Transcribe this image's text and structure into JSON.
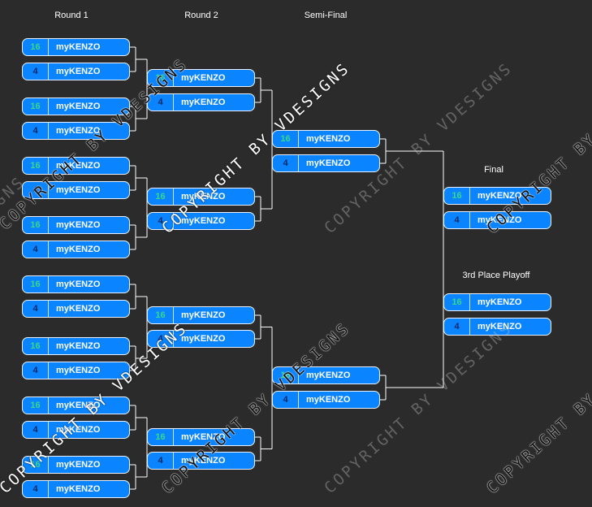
{
  "headers": {
    "round1": "Round 1",
    "round2": "Round 2",
    "semi": "Semi-Final",
    "final": "Final",
    "third": "3rd Place Playoff"
  },
  "watermark": "COPYRIGHT BY VDESIGNS",
  "colors": {
    "box": "#0a84ff",
    "seed_high": "#36d88a",
    "seed_low": "#0a2a66",
    "background": "#2b2b2b"
  },
  "rounds": {
    "round1": [
      [
        {
          "seed": "16",
          "name": "myKENZO"
        },
        {
          "seed": "4",
          "name": "myKENZO"
        }
      ],
      [
        {
          "seed": "16",
          "name": "myKENZO"
        },
        {
          "seed": "4",
          "name": "myKENZO"
        }
      ],
      [
        {
          "seed": "16",
          "name": "myKENZO"
        },
        {
          "seed": "4",
          "name": "myKENZO"
        }
      ],
      [
        {
          "seed": "16",
          "name": "myKENZO"
        },
        {
          "seed": "4",
          "name": "myKENZO"
        }
      ],
      [
        {
          "seed": "16",
          "name": "myKENZO"
        },
        {
          "seed": "4",
          "name": "myKENZO"
        }
      ],
      [
        {
          "seed": "16",
          "name": "myKENZO"
        },
        {
          "seed": "4",
          "name": "myKENZO"
        }
      ],
      [
        {
          "seed": "16",
          "name": "myKENZO"
        },
        {
          "seed": "4",
          "name": "myKENZO"
        }
      ],
      [
        {
          "seed": "16",
          "name": "myKENZO"
        },
        {
          "seed": "4",
          "name": "myKENZO"
        }
      ]
    ],
    "round2": [
      [
        {
          "seed": "16",
          "name": "myKENZO"
        },
        {
          "seed": "4",
          "name": "myKENZO"
        }
      ],
      [
        {
          "seed": "16",
          "name": "myKENZO"
        },
        {
          "seed": "4",
          "name": "myKENZO"
        }
      ],
      [
        {
          "seed": "16",
          "name": "myKENZO"
        },
        {
          "seed": "4",
          "name": "myKENZO"
        }
      ],
      [
        {
          "seed": "16",
          "name": "myKENZO"
        },
        {
          "seed": "4",
          "name": "myKENZO"
        }
      ]
    ],
    "semi": [
      [
        {
          "seed": "16",
          "name": "myKENZO"
        },
        {
          "seed": "4",
          "name": "myKENZO"
        }
      ],
      [
        {
          "seed": "16",
          "name": "myKENZO"
        },
        {
          "seed": "4",
          "name": "myKENZO"
        }
      ]
    ],
    "final": [
      [
        {
          "seed": "16",
          "name": "myKENZO"
        },
        {
          "seed": "4",
          "name": "myKENZO"
        }
      ]
    ],
    "third": [
      [
        {
          "seed": "16",
          "name": "myKENZO"
        },
        {
          "seed": "4",
          "name": "myKENZO"
        }
      ]
    ]
  }
}
